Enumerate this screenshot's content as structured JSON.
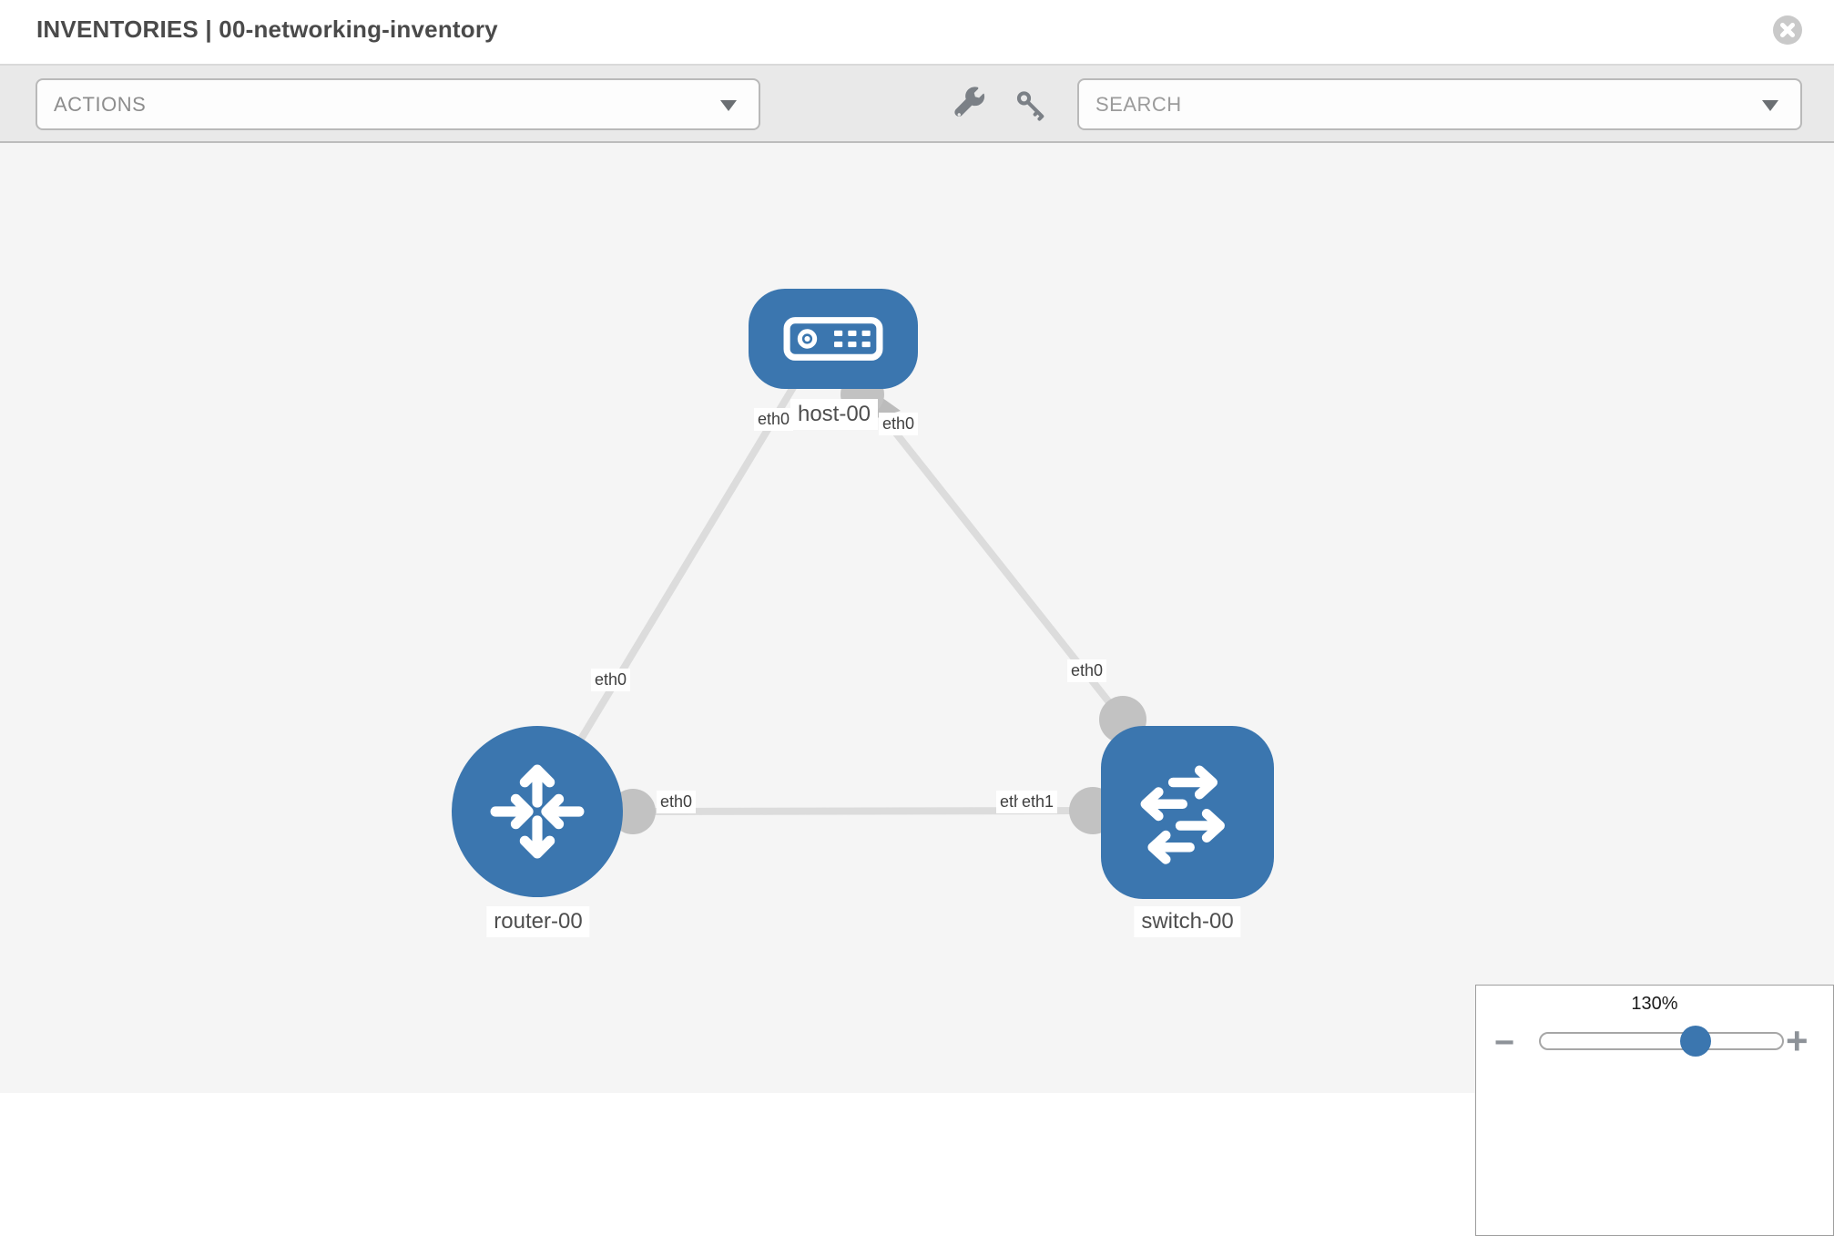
{
  "header": {
    "title": "INVENTORIES | 00-networking-inventory"
  },
  "toolbar": {
    "actions_label": "ACTIONS",
    "search_placeholder": "SEARCH"
  },
  "topology": {
    "nodes": [
      {
        "id": "host-00",
        "type": "host",
        "label": "host-00"
      },
      {
        "id": "router-00",
        "type": "router",
        "label": "router-00"
      },
      {
        "id": "switch-00",
        "type": "switch",
        "label": "switch-00"
      }
    ],
    "links": [
      {
        "from": "host-00",
        "to": "router-00",
        "from_interface": "eth0",
        "to_interface": "eth0"
      },
      {
        "from": "host-00",
        "to": "switch-00",
        "from_interface": "eth0",
        "to_interface": "eth0"
      },
      {
        "from": "router-00",
        "to": "switch-00",
        "from_interface": "eth0",
        "to_interface": "eth1"
      }
    ]
  },
  "zoom_control": {
    "level": "130%",
    "zoom_out_label": "−",
    "zoom_in_label": "+"
  },
  "icons": {
    "close": "close-icon",
    "wrench": "wrench-icon",
    "key": "key-icon",
    "dropdown_caret": "chevron-down-icon",
    "host": "host-server-icon",
    "router": "router-arrows-icon",
    "switch": "switch-arrows-icon"
  },
  "colors": {
    "node_blue": "#3b76af",
    "link_gray": "#dcdcdc",
    "connector_gray": "#c2c2c2",
    "canvas_bg": "#f5f5f5",
    "toolbar_bg": "#e9e9e9"
  }
}
